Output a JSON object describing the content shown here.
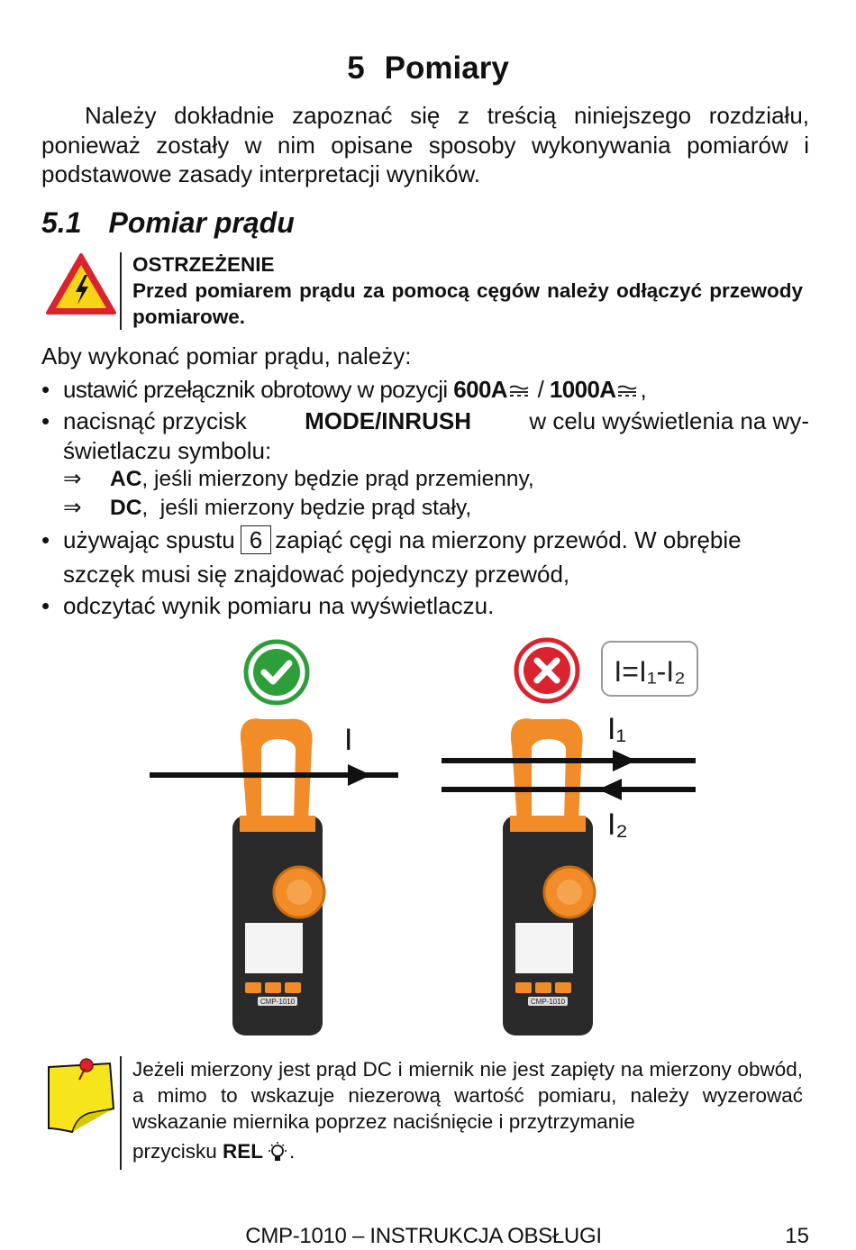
{
  "chapter": {
    "number": "5",
    "title": "Pomiary"
  },
  "intro_paragraph": "Należy dokładnie zapoznać się z treścią niniejszego rozdziału, ponieważ zostały w nim opisane sposoby wykonywania pomiarów i podstawowe zasady interpretacji wyników.",
  "section": {
    "number": "5.1",
    "title": "Pomiar prądu"
  },
  "warning": {
    "icon": "high-voltage-warning-icon",
    "heading": "OSTRZEŻENIE",
    "text": "Przed pomiarem prądu za pomocą cęgów należy odłączyć przewody pomiarowe."
  },
  "steps_intro": "Aby wykonać pomiar prądu, należy:",
  "steps": {
    "s1_prefix": "ustawić przełącznik obrotowy w pozycji",
    "s1_range1": "600A",
    "s1_sep": "/",
    "s1_range2": "1000A",
    "s1_suffix": ",",
    "s2_prefix": "nacisnąć przycisk",
    "s2_button": "MODE/INRUSH",
    "s2_line1_suffix": "w celu wyświetlenia na wy-",
    "s2_line2": "świetlaczu symbolu:",
    "s2_sub": [
      {
        "arrow": "⇒",
        "bold": "AC",
        "text": ", jeśli mierzony będzie prąd przemienny,"
      },
      {
        "arrow": "⇒",
        "bold": "DC",
        "text": ",  jeśli mierzony będzie prąd stały,"
      }
    ],
    "s3_prefix": "używając spustu",
    "s3_key": "6",
    "s3_line1_suffix": "zapiąć cęgi na mierzony przewód. W obrębie",
    "s3_line2": "szczęk musi się znajdować pojedynczy przewód,",
    "s4": "odczytać wynik pomiaru na wyświetlaczu."
  },
  "figure": {
    "correct_icon": "check-circle-icon",
    "wrong_icon": "cross-circle-icon",
    "formula": "I=I₁-I₂",
    "current_label": "I",
    "current1_label": "I₁",
    "current2_label": "I₂",
    "model_label": "CMP-1010",
    "colors": {
      "jaw": "#f28c28",
      "body": "#2a2a2a",
      "ok": "#2e9e3a",
      "bad": "#d9232e"
    }
  },
  "note": {
    "icon": "pinned-note-icon",
    "text": "Jeżeli mierzony jest prąd DC i miernik nie jest zapięty na mierzony obwód, a mimo to wskazuje niezerową wartość pomiaru, należy wyzerować wskazanie miernika poprzez naciśnięcie i przytrzymanie",
    "last_line_prefix": "przycisku",
    "button": "REL",
    "button_icon": "light-bulb-icon",
    "last_line_suffix": "."
  },
  "footer": {
    "title": "CMP-1010 – INSTRUKCJA OBSŁUGI",
    "page": "15"
  }
}
